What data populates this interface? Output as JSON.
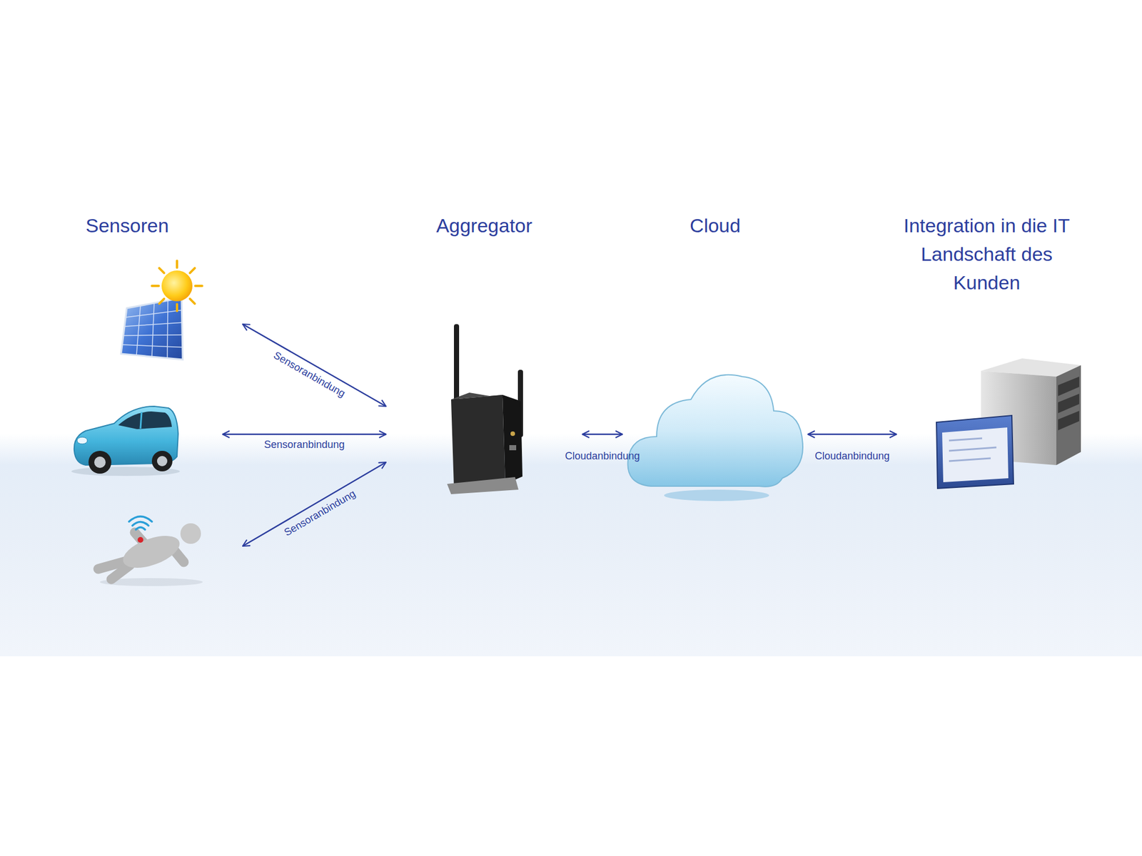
{
  "diagram": {
    "nodes": [
      {
        "text": [
          "Sensoren"
        ]
      },
      {
        "text": [],
        "in": 0
      },
      {
        "text": [],
        "in": 0
      },
      {
        "text": [],
        "in": 0
      },
      {
        "text": [
          "Aggregator"
        ]
      },
      {
        "text": [
          "Cloud"
        ]
      },
      {
        "text": [
          "Integration in die IT Landschaft des Kunden"
        ]
      }
    ],
    "edges": [
      {
        "from": 1,
        "to": 4,
        "arrow": "both",
        "label": "Sensoranbindung"
      },
      {
        "from": 2,
        "to": 4,
        "arrow": "both",
        "label": "Sensoranbindung"
      },
      {
        "from": 3,
        "to": 4,
        "arrow": "both",
        "label": "Sensoranbindung"
      },
      {
        "from": 4,
        "to": 5,
        "arrow": "both",
        "label": "Cloudanbindung"
      },
      {
        "from": 5,
        "to": 6,
        "arrow": "both",
        "label": "Cloudanbindung"
      }
    ]
  }
}
